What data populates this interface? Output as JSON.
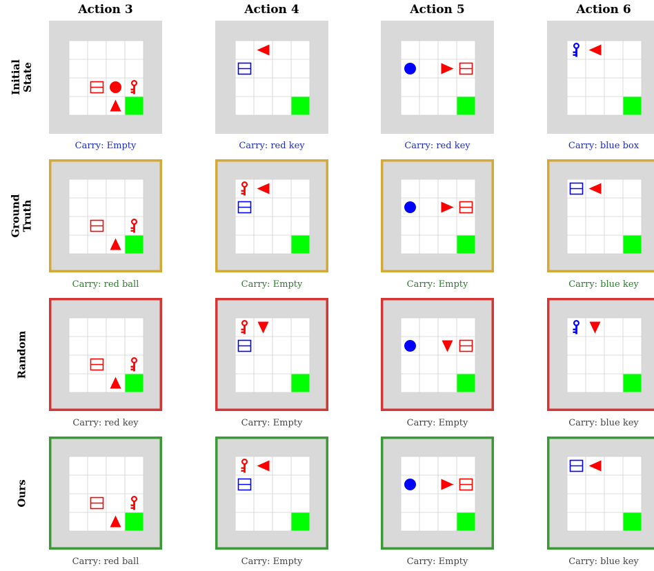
{
  "columns": [
    "Action 3",
    "Action 4",
    "Action 5",
    "Action 6"
  ],
  "row_labels": [
    "Initial\nState",
    "Ground\nTruth",
    "Random",
    "Ours"
  ],
  "colors": {
    "ground_truth_border": "#d4a937",
    "random_border": "#d43535",
    "ours_border": "#3a9a34",
    "caption_blue": "#1f2dbf",
    "caption_green": "#2b7d2b",
    "caption_gray": "#444444",
    "red": "#ff0000",
    "blue": "#0000ff",
    "goal": "#00ff00",
    "wall": "#d9d9d9"
  },
  "panels": [
    [
      {
        "caption": "Carry: Empty",
        "objects": [
          {
            "type": "box",
            "color": "red",
            "row": 2,
            "col": 1
          },
          {
            "type": "ball",
            "color": "red",
            "row": 2,
            "col": 2
          },
          {
            "type": "key",
            "color": "red",
            "row": 2,
            "col": 3
          },
          {
            "type": "agent",
            "color": "red",
            "row": 3,
            "col": 2,
            "dir": "up"
          },
          {
            "type": "goal",
            "color": "green",
            "row": 3,
            "col": 3
          }
        ]
      },
      {
        "caption": "Carry: red key",
        "objects": [
          {
            "type": "agent",
            "color": "red",
            "row": 0,
            "col": 1,
            "dir": "left"
          },
          {
            "type": "box",
            "color": "blue",
            "row": 1,
            "col": 0
          },
          {
            "type": "goal",
            "color": "green",
            "row": 3,
            "col": 3
          }
        ]
      },
      {
        "caption": "Carry: red key",
        "objects": [
          {
            "type": "ball",
            "color": "blue",
            "row": 1,
            "col": 0
          },
          {
            "type": "agent",
            "color": "red",
            "row": 1,
            "col": 2,
            "dir": "right"
          },
          {
            "type": "box",
            "color": "red",
            "row": 1,
            "col": 3
          },
          {
            "type": "goal",
            "color": "green",
            "row": 3,
            "col": 3
          }
        ]
      },
      {
        "caption": "Carry: blue box",
        "objects": [
          {
            "type": "key",
            "color": "blue",
            "row": 0,
            "col": 0
          },
          {
            "type": "agent",
            "color": "red",
            "row": 0,
            "col": 1,
            "dir": "left"
          },
          {
            "type": "goal",
            "color": "green",
            "row": 3,
            "col": 3
          }
        ]
      }
    ],
    [
      {
        "caption": "Carry: red ball",
        "objects": [
          {
            "type": "box",
            "color": "red",
            "row": 2,
            "col": 1
          },
          {
            "type": "key",
            "color": "red",
            "row": 2,
            "col": 3
          },
          {
            "type": "agent",
            "color": "red",
            "row": 3,
            "col": 2,
            "dir": "up"
          },
          {
            "type": "goal",
            "color": "green",
            "row": 3,
            "col": 3
          }
        ]
      },
      {
        "caption": "Carry: Empty",
        "objects": [
          {
            "type": "key",
            "color": "red",
            "row": 0,
            "col": 0
          },
          {
            "type": "agent",
            "color": "red",
            "row": 0,
            "col": 1,
            "dir": "left"
          },
          {
            "type": "box",
            "color": "blue",
            "row": 1,
            "col": 0
          },
          {
            "type": "goal",
            "color": "green",
            "row": 3,
            "col": 3
          }
        ]
      },
      {
        "caption": "Carry: Empty",
        "objects": [
          {
            "type": "ball",
            "color": "blue",
            "row": 1,
            "col": 0
          },
          {
            "type": "agent",
            "color": "red",
            "row": 1,
            "col": 2,
            "dir": "right"
          },
          {
            "type": "box",
            "color": "red",
            "row": 1,
            "col": 3
          },
          {
            "type": "goal",
            "color": "green",
            "row": 3,
            "col": 3
          }
        ]
      },
      {
        "caption": "Carry: blue key",
        "objects": [
          {
            "type": "box",
            "color": "blue",
            "row": 0,
            "col": 0
          },
          {
            "type": "agent",
            "color": "red",
            "row": 0,
            "col": 1,
            "dir": "left"
          },
          {
            "type": "goal",
            "color": "green",
            "row": 3,
            "col": 3
          }
        ]
      }
    ],
    [
      {
        "caption": "Carry: red key",
        "objects": [
          {
            "type": "box",
            "color": "red",
            "row": 2,
            "col": 1
          },
          {
            "type": "key",
            "color": "red",
            "row": 2,
            "col": 3
          },
          {
            "type": "agent",
            "color": "red",
            "row": 3,
            "col": 2,
            "dir": "up"
          },
          {
            "type": "goal",
            "color": "green",
            "row": 3,
            "col": 3
          }
        ]
      },
      {
        "caption": "Carry: Empty",
        "objects": [
          {
            "type": "key",
            "color": "red",
            "row": 0,
            "col": 0
          },
          {
            "type": "agent",
            "color": "red",
            "row": 0,
            "col": 1,
            "dir": "down"
          },
          {
            "type": "box",
            "color": "blue",
            "row": 1,
            "col": 0
          },
          {
            "type": "goal",
            "color": "green",
            "row": 3,
            "col": 3
          }
        ]
      },
      {
        "caption": "Carry: Empty",
        "objects": [
          {
            "type": "ball",
            "color": "blue",
            "row": 1,
            "col": 0
          },
          {
            "type": "agent",
            "color": "red",
            "row": 1,
            "col": 2,
            "dir": "down"
          },
          {
            "type": "box",
            "color": "red",
            "row": 1,
            "col": 3
          },
          {
            "type": "goal",
            "color": "green",
            "row": 3,
            "col": 3
          }
        ]
      },
      {
        "caption": "Carry: blue key",
        "objects": [
          {
            "type": "key",
            "color": "blue",
            "row": 0,
            "col": 0
          },
          {
            "type": "agent",
            "color": "red",
            "row": 0,
            "col": 1,
            "dir": "down"
          },
          {
            "type": "goal",
            "color": "green",
            "row": 3,
            "col": 3
          }
        ]
      }
    ],
    [
      {
        "caption": "Carry: red ball",
        "objects": [
          {
            "type": "box",
            "color": "red",
            "row": 2,
            "col": 1
          },
          {
            "type": "key",
            "color": "red",
            "row": 2,
            "col": 3
          },
          {
            "type": "agent",
            "color": "red",
            "row": 3,
            "col": 2,
            "dir": "up"
          },
          {
            "type": "goal",
            "color": "green",
            "row": 3,
            "col": 3
          }
        ]
      },
      {
        "caption": "Carry: Empty",
        "objects": [
          {
            "type": "key",
            "color": "red",
            "row": 0,
            "col": 0
          },
          {
            "type": "agent",
            "color": "red",
            "row": 0,
            "col": 1,
            "dir": "left"
          },
          {
            "type": "box",
            "color": "blue",
            "row": 1,
            "col": 0
          },
          {
            "type": "goal",
            "color": "green",
            "row": 3,
            "col": 3
          }
        ]
      },
      {
        "caption": "Carry: Empty",
        "objects": [
          {
            "type": "ball",
            "color": "blue",
            "row": 1,
            "col": 0
          },
          {
            "type": "agent",
            "color": "red",
            "row": 1,
            "col": 2,
            "dir": "right"
          },
          {
            "type": "box",
            "color": "red",
            "row": 1,
            "col": 3
          },
          {
            "type": "goal",
            "color": "green",
            "row": 3,
            "col": 3
          }
        ]
      },
      {
        "caption": "Carry: blue key",
        "objects": [
          {
            "type": "box",
            "color": "blue",
            "row": 0,
            "col": 0
          },
          {
            "type": "agent",
            "color": "red",
            "row": 0,
            "col": 1,
            "dir": "left"
          },
          {
            "type": "goal",
            "color": "green",
            "row": 3,
            "col": 3
          }
        ]
      }
    ]
  ]
}
